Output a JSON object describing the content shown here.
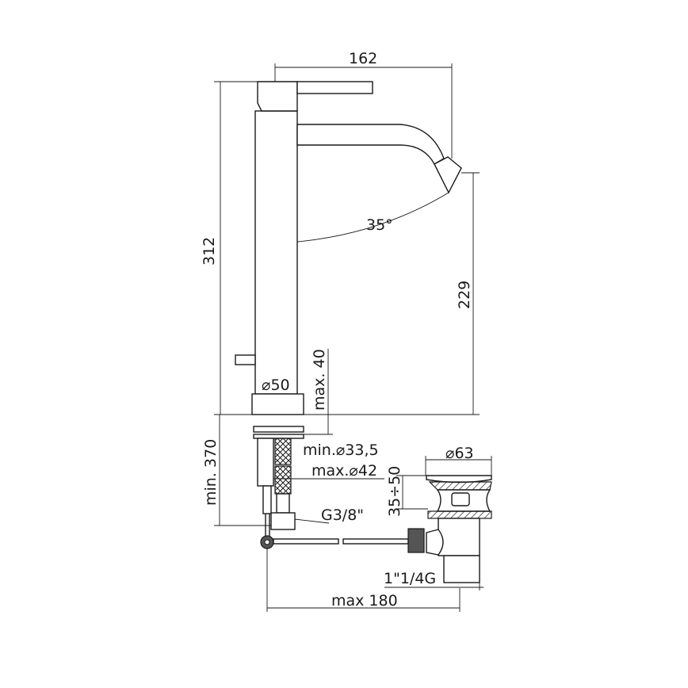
{
  "dimensions": {
    "width_162": "162",
    "height_312": "312",
    "angle_35": "35°",
    "spout_height_229": "229",
    "max_40": "max. 40",
    "base_dia_50": "⌀50",
    "min_370": "min. 370",
    "min_hole_33_5": "min.⌀33,5",
    "max_hole_42": "max.⌀42",
    "drain_dia_63": "⌀63",
    "drain_range_35_50": "35÷50",
    "hose_thread": "G3/8\"",
    "drain_thread": "1\"1/4G",
    "max_180": "max 180"
  },
  "colors": {
    "line": "#1a1a1a",
    "background": "#ffffff"
  }
}
